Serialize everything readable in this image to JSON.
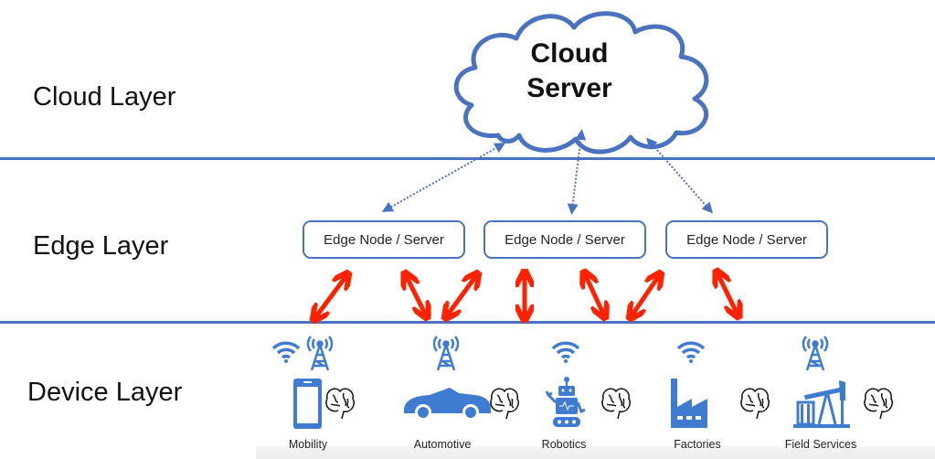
{
  "layers": {
    "cloud": "Cloud Layer",
    "edge": "Edge Layer",
    "device": "Device Layer"
  },
  "cloud_server": {
    "line1": "Cloud",
    "line2": "Server"
  },
  "edge_nodes": [
    {
      "label": "Edge Node / Server"
    },
    {
      "label": "Edge Node / Server"
    },
    {
      "label": "Edge Node / Server"
    }
  ],
  "devices": [
    {
      "label": "Mobility",
      "icon": "smartphone-icon",
      "connectivity": [
        "wifi-icon",
        "cell-tower-icon"
      ],
      "has_brain": true
    },
    {
      "label": "Automotive",
      "icon": "car-icon",
      "connectivity": [
        "cell-tower-icon"
      ],
      "has_brain": true
    },
    {
      "label": "Robotics",
      "icon": "robot-icon",
      "connectivity": [
        "wifi-icon"
      ],
      "has_brain": true
    },
    {
      "label": "Factories",
      "icon": "factory-icon",
      "connectivity": [
        "wifi-icon"
      ],
      "has_brain": true
    },
    {
      "label": "Field Services",
      "icon": "oil-pump-icon",
      "connectivity": [
        "cell-tower-icon"
      ],
      "has_brain": true
    }
  ],
  "colors": {
    "accent_blue": "#4a72c0",
    "arrow_red": "#ff2200",
    "text": "#111111"
  }
}
